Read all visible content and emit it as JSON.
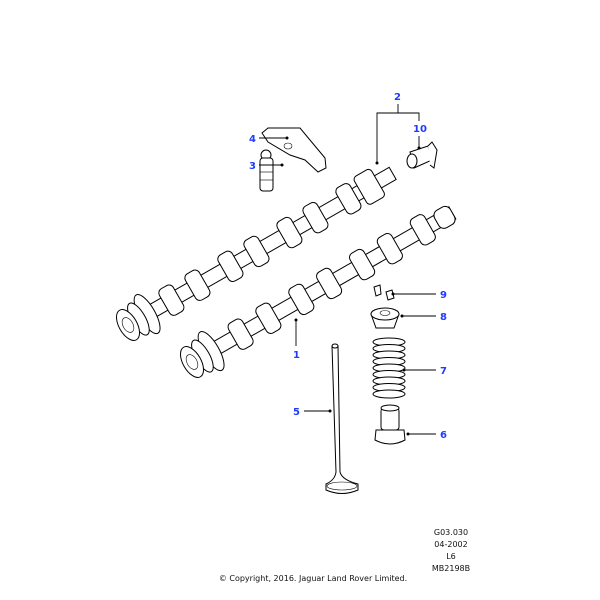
{
  "callouts": [
    {
      "id": "1",
      "label": "1"
    },
    {
      "id": "2",
      "label": "2"
    },
    {
      "id": "3",
      "label": "3"
    },
    {
      "id": "4",
      "label": "4"
    },
    {
      "id": "5",
      "label": "5"
    },
    {
      "id": "6",
      "label": "6"
    },
    {
      "id": "7",
      "label": "7"
    },
    {
      "id": "8",
      "label": "8"
    },
    {
      "id": "9",
      "label": "9"
    },
    {
      "id": "10",
      "label": "10"
    }
  ],
  "meta": {
    "group": "G03.030",
    "date": "04-2002",
    "engine": "L6",
    "drawing": "MB2198B"
  },
  "copyright": "© Copyright, 2016. Jaguar Land Rover Limited.",
  "colors": {
    "callout": "#1f3bff",
    "line": "#000000"
  }
}
